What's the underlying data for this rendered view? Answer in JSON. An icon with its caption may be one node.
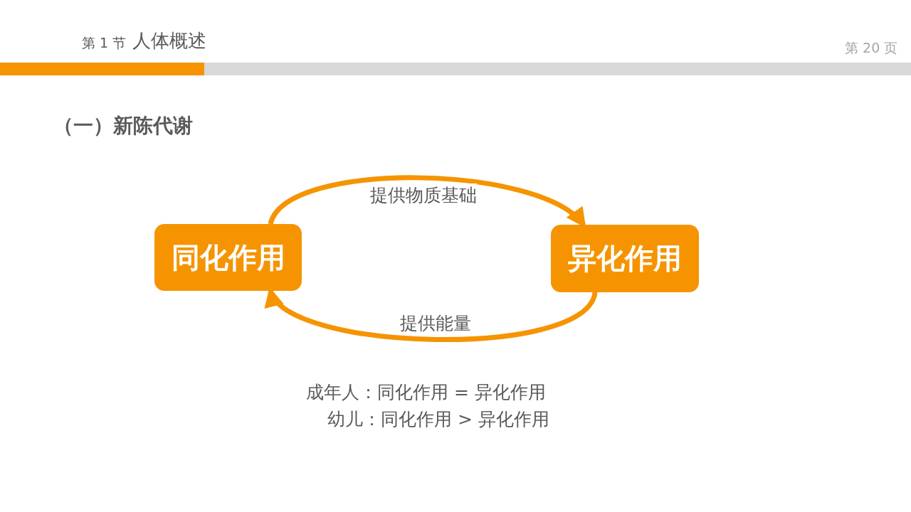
{
  "diagram": {
    "title": "（一）新陈代谢",
    "nodes": [
      {
        "text": [
          "同化作用"
        ]
      },
      {
        "text": [
          "异化作用"
        ]
      }
    ],
    "edges": [
      {
        "from": 0,
        "to": 1,
        "arrow": "to",
        "label": "提供物质基础"
      },
      {
        "from": 1,
        "to": 0,
        "arrow": "to",
        "label": "提供能量"
      }
    ],
    "labels": [
      "第 1 节",
      "人体概述",
      "第 20 页",
      "成年人：同化作用 = 异化作用",
      "幼儿：同化作用 > 异化作用"
    ]
  }
}
